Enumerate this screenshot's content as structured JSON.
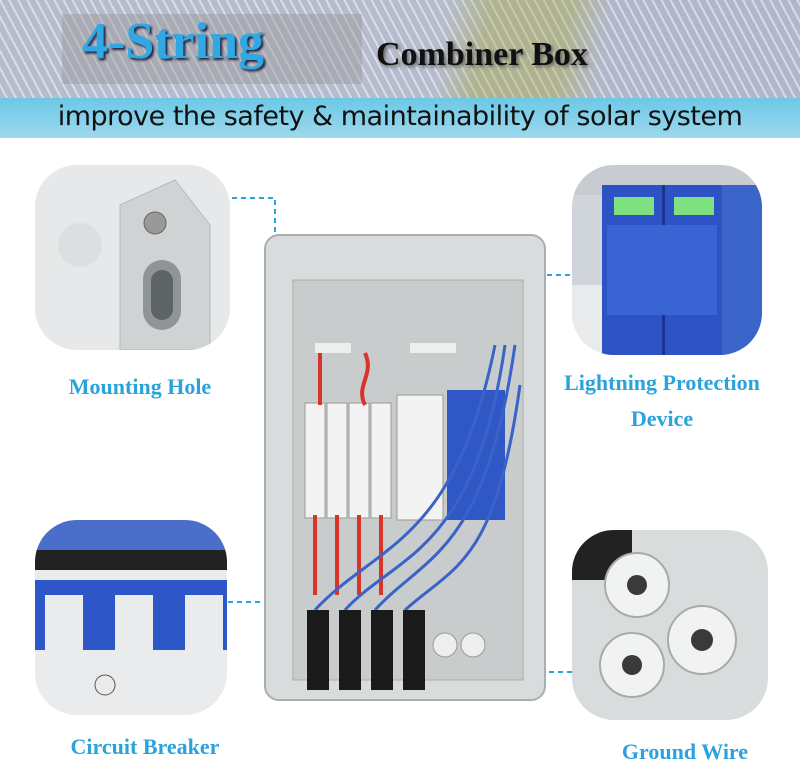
{
  "header": {
    "title_highlight": "4-String",
    "title_rest": "Combiner Box",
    "subtitle": "improve the safety & maintainability of solar system"
  },
  "callouts": {
    "mounting_hole": "Mounting Hole",
    "lightning_line1": "Lightning Protection",
    "lightning_line2": "Device",
    "circuit_breaker": "Circuit Breaker",
    "ground_wire": "Ground Wire"
  },
  "colors": {
    "accent": "#2aa3dd",
    "wire_red": "#d8342a",
    "wire_blue": "#3a63c8",
    "enclosure": "#d9dcdc"
  }
}
